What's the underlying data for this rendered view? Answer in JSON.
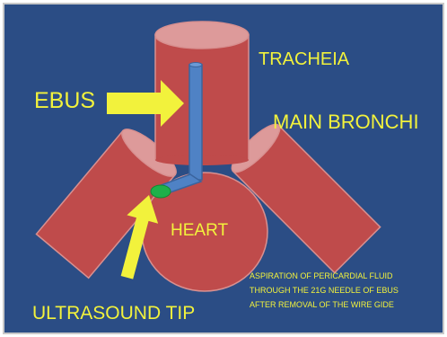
{
  "labels": {
    "trachea": "TRACHEIA",
    "ebus": "EBUS",
    "main_bronchi": "MAIN BRONCHI",
    "heart": "HEART",
    "ultrasound_tip": "ULTRASOUND TIP",
    "note_lines": [
      "ASPIRATION OF PERICARDIAL FLUID",
      "THROUGH THE 21G NEEDLE OF EBUS",
      "AFTER REMOVAL OF THE  WIRE GIDE"
    ]
  },
  "colors": {
    "background": "#2b4d85",
    "organ_fill": "#bf4b4b",
    "organ_top": "#dd9a9a",
    "organ_edge": "#d89090",
    "scope_fill": "#4f82c5",
    "scope_edge": "#3a649e",
    "tip": "#1fb04a",
    "arrow": "#f2f23c",
    "label_text": "#f2f23c",
    "border": "#c8c8c8"
  }
}
